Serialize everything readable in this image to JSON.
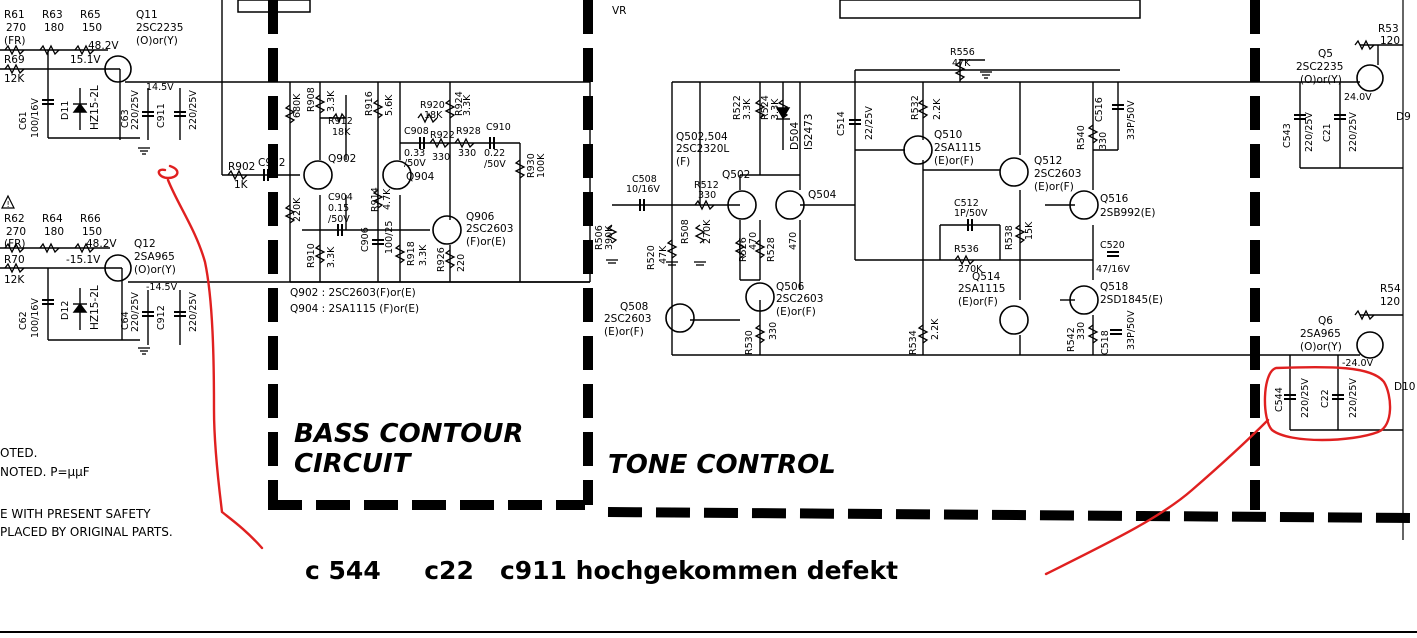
{
  "caption": "c 544     c22   c911 hochgekommen defekt",
  "sections": {
    "bass_contour_1": "BASS CONTOUR",
    "bass_contour_2": "CIRCUIT",
    "tone_control": "TONE CONTROL"
  },
  "notes": {
    "line1": "OTED.",
    "line2": "NOTED. P=µµF",
    "line3": "E WITH PRESENT SAFETY",
    "line4": "PLACED BY ORIGINAL PARTS."
  },
  "legend": {
    "q902": "Q902 : 2SC2603(F)or(E)",
    "q904": "Q904 : 2SA1115 (F)or(E)"
  },
  "transistors": {
    "q11_name": "Q11",
    "q11_type": "2SC2235",
    "q11_grade": "(O)or(Y)",
    "q12_name": "Q12",
    "q12_type": "2SA965",
    "q12_grade": "(O)or(Y)",
    "q5_name": "Q5",
    "q5_type": "2SC2235",
    "q5_grade": "(O)or(Y)",
    "q6_name": "Q6",
    "q6_type": "2SA965",
    "q6_grade": "(O)or(Y)",
    "q902": "Q902",
    "q904": "Q904",
    "q906_name": "Q906",
    "q906_type": "2SC2603",
    "q906_grade": "(F)or(E)",
    "q502_name": "Q502,504",
    "q502_type": "2SC2320L",
    "q502_grade": "(F)",
    "q502": "Q502",
    "q504": "Q504",
    "q506_name": "Q506",
    "q506_type": "2SC2603",
    "q506_grade": "(E)or(F)",
    "q508_name": "Q508",
    "q508_type": "2SC2603",
    "q508_grade": "(E)or(F)",
    "q510_name": "Q510",
    "q510_type": "2SA1115",
    "q510_grade": "(E)or(F)",
    "q512_name": "Q512",
    "q512_type": "2SC2603",
    "q512_grade": "(E)or(F)",
    "q514_name": "Q514",
    "q514_type": "2SA1115",
    "q514_grade": "(E)or(F)",
    "q516_name": "Q516",
    "q516_type": "2SB992(E)",
    "q518_name": "Q518",
    "q518_type": "2SD1845(E)"
  },
  "components": {
    "r61": "R61",
    "r61v": "270",
    "r61f": "(FR)",
    "r63": "R63",
    "r63v": "180",
    "r65": "R65",
    "r65v": "150",
    "r69": "R69",
    "r69v": "12K",
    "r62": "R62",
    "r62v": "270",
    "r62f": "(FR)",
    "r64": "R64",
    "r64v": "180",
    "r66": "R66",
    "r66v": "150",
    "r70": "R70",
    "r70v": "12K",
    "c61": "C61",
    "c61v": "100/16V",
    "c62": "C62",
    "c62v": "100/16V",
    "d11": "D11",
    "d11t": "HZ15-2L",
    "d12": "D12",
    "d12t": "HZ15-2L",
    "c63": "C63",
    "c63v": "220/25V",
    "c911": "C911",
    "c911v": "220/25V",
    "c64": "C64",
    "c64v": "220/25V",
    "c912": "C912",
    "c912v": "220/25V",
    "v482": "48.2V",
    "v151": "15.1V",
    "v145": "14.5V",
    "v482b": "48.2V",
    "vm151": "-15.1V",
    "vm145": "-14.5V",
    "r902": "R902",
    "r902v": "1K",
    "c902": "C902",
    "r908": "R908",
    "r908v": "3.3K",
    "v680": "680K",
    "r912": "R912",
    "r912v": "18K",
    "r916": "R916",
    "r916v": "5.6K",
    "r920": "R920",
    "r920v": "18K",
    "r924": "R924",
    "r924v": "3.3K",
    "c908": "C908",
    "c908v": "0.33",
    "c908v2": "/50V",
    "r922": "R922",
    "r922v": "330",
    "r928": "R928",
    "r928v": "330",
    "c910": "C910",
    "c910v": "0.22",
    "c910v2": "/50V",
    "r930": "R930",
    "r930v": "100K",
    "c904": "C904",
    "c904v": "0.15",
    "c904v2": "/50V",
    "c906": "C906",
    "r914": "R914",
    "r914v": "4.7K",
    "c906v": "100/25",
    "r918": "R918",
    "r918v": "3.3K",
    "r926": "R926",
    "r926v": "220",
    "r910": "R910",
    "r910v": "3.3K",
    "v220k": "220K",
    "r556": "R556",
    "r556v": "47K",
    "r522": "R522",
    "r522v": "3.3K",
    "r524": "R524",
    "r524v": "3.3K",
    "d504": "D504",
    "d504t": "IS2473",
    "c514": "C514",
    "c514v": "22/25V",
    "r532": "R532",
    "r532v": "2.2K",
    "c516": "C516",
    "c516v": "33P/50V",
    "r540": "R540",
    "r540v": "330",
    "c508": "C508",
    "c508v": "10/16V",
    "r512": "R512",
    "r512v": "330",
    "r506": "R506",
    "r506v": "390K",
    "r508": "R508",
    "r508v": "270K",
    "r520": "R520",
    "r520v": "47K",
    "r526": "R526",
    "r526v": "470",
    "r528": "R528",
    "r528v": "470",
    "c512": "C512",
    "c512v": "1P/50V",
    "r536": "R536",
    "r536v": "270K",
    "r538": "R538",
    "r538v": "15K",
    "c520": "C520",
    "c520v": "47/16V",
    "r530": "R530",
    "r530v": "330",
    "r534": "R534",
    "r534v": "2.2K",
    "r542": "R542",
    "r542v": "330",
    "c518": "C518",
    "c518v": "33P/50V",
    "r53": "R53",
    "r53v": "120",
    "r54": "R54",
    "r54v": "120",
    "c543": "C543",
    "c543v": "220/25V",
    "c21": "C21",
    "c21v": "220/25V",
    "c544": "C544",
    "c544v": "220/25V",
    "c22": "C22",
    "c22v": "220/25V",
    "v240": "24.0V",
    "vm240": "-24.0V",
    "d9": "D9",
    "d10": "D10",
    "vr": "VR"
  },
  "colors": {
    "ink": "#000000",
    "annotation": "#e02020",
    "paper": "#ffffff"
  }
}
